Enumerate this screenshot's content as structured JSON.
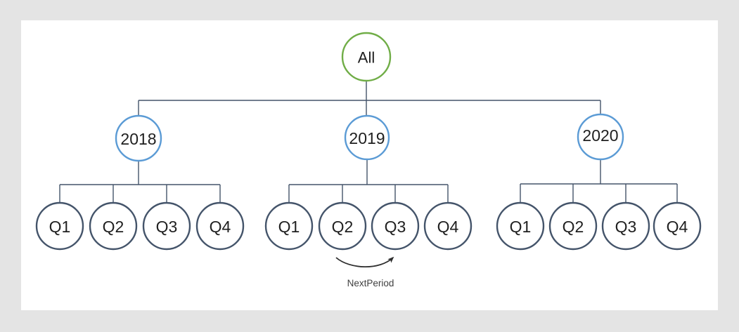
{
  "colors": {
    "page_bg": "#e4e4e4",
    "canvas_fill": "#ffffff",
    "root_stroke": "#70ad47",
    "year_stroke": "#5b9bd5",
    "quarter_stroke": "#44546a",
    "connector": "#44546a",
    "arrow": "#2e2e2e",
    "node_text": "#1f1f1f",
    "annotation_text": "#3f3f3f"
  },
  "tree": {
    "root": {
      "label": "All"
    },
    "years": [
      {
        "label": "2018",
        "quarters": [
          "Q1",
          "Q2",
          "Q3",
          "Q4"
        ]
      },
      {
        "label": "2019",
        "quarters": [
          "Q1",
          "Q2",
          "Q3",
          "Q4"
        ]
      },
      {
        "label": "2020",
        "quarters": [
          "Q1",
          "Q2",
          "Q3",
          "Q4"
        ]
      }
    ]
  },
  "annotation": {
    "label": "NextPeriod",
    "from": "Q2",
    "to": "Q3"
  }
}
